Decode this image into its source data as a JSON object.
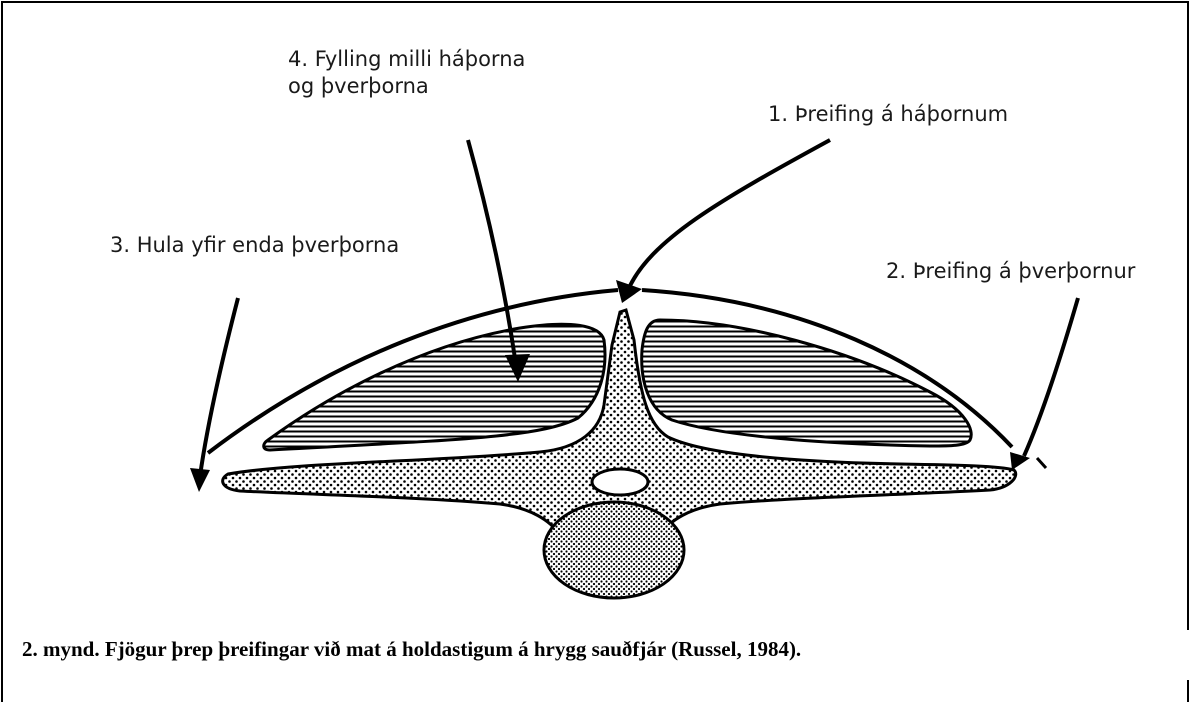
{
  "labels": {
    "fill_between_processes": {
      "line1": "4. Fylling milli háþorna",
      "line2": "og þverþorna"
    },
    "palpation_spinous": "1. Þreifing á háþornum",
    "cover_transverse_ends": "3. Hula yfir enda þverþorna",
    "palpation_transverse": "2. Þreifing á þverþornur"
  },
  "caption": "2. mynd. Fjögur þrep þreifingar við mat á holdastigum á hrygg sauðfjár (Russel, 1984).",
  "colors": {
    "ink": "#000000",
    "label_text": "#1a1a1a",
    "background": "#ffffff"
  }
}
